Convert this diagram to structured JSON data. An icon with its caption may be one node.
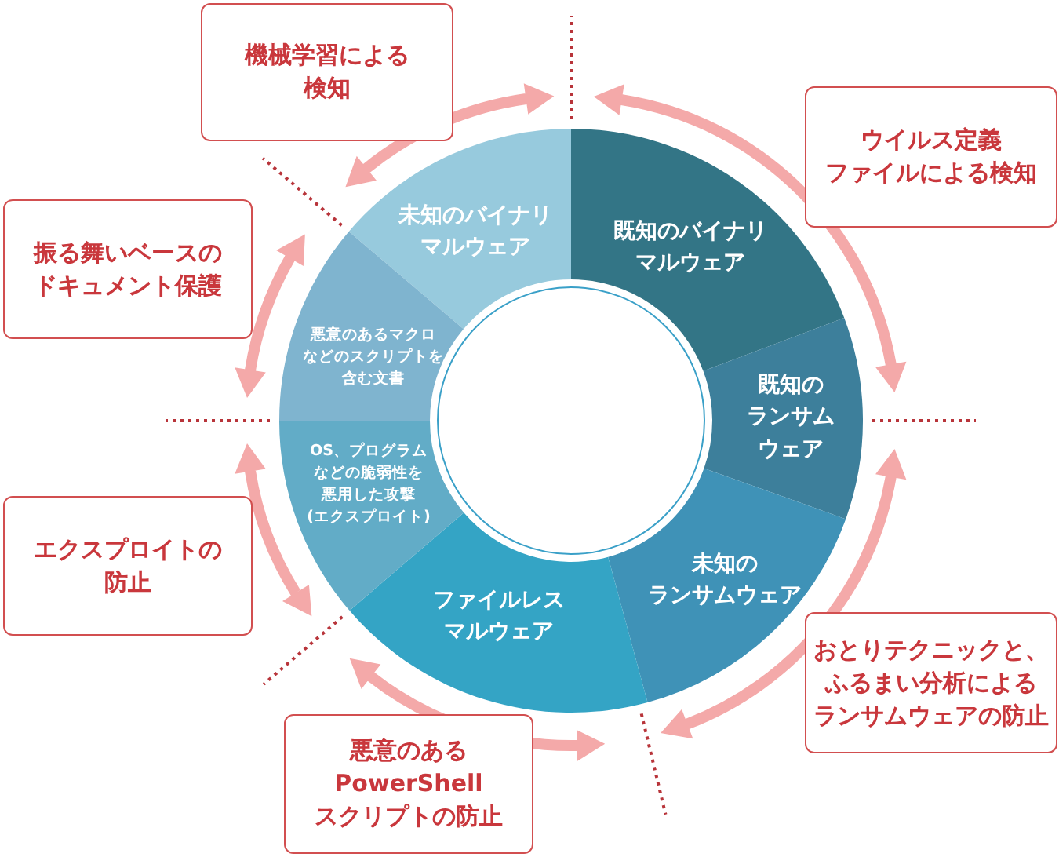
{
  "diagram": {
    "nodes": [
      {
        "text": [
          "未知のバイナリマルウェア"
        ]
      },
      {
        "text": [
          "既知のバイナリマルウェア"
        ]
      },
      {
        "text": [
          "既知のランサムウェア"
        ]
      },
      {
        "text": [
          "未知のランサムウェア"
        ]
      },
      {
        "text": [
          "ファイルレスマルウェア"
        ]
      },
      {
        "text": [
          "OS、プログラムなどの脆弱性を悪用した攻撃(エクスプロイト)"
        ]
      },
      {
        "text": [
          "悪意のあるマクロなどのスクリプトを含む文書"
        ]
      },
      {
        "text": [
          "機械学習による検知"
        ]
      },
      {
        "text": [
          "ウイルス定義ファイルによる検知"
        ]
      },
      {
        "text": [
          "振る舞いベースのドキュメント保護"
        ]
      },
      {
        "text": [
          "エクスプロイトの防止"
        ]
      },
      {
        "text": [
          "悪意のあるPowerShellスクリプトの防止"
        ]
      },
      {
        "text": [
          "おとりテクニックと、ふるまい分析によるランサムウェアの防止"
        ]
      }
    ]
  }
}
